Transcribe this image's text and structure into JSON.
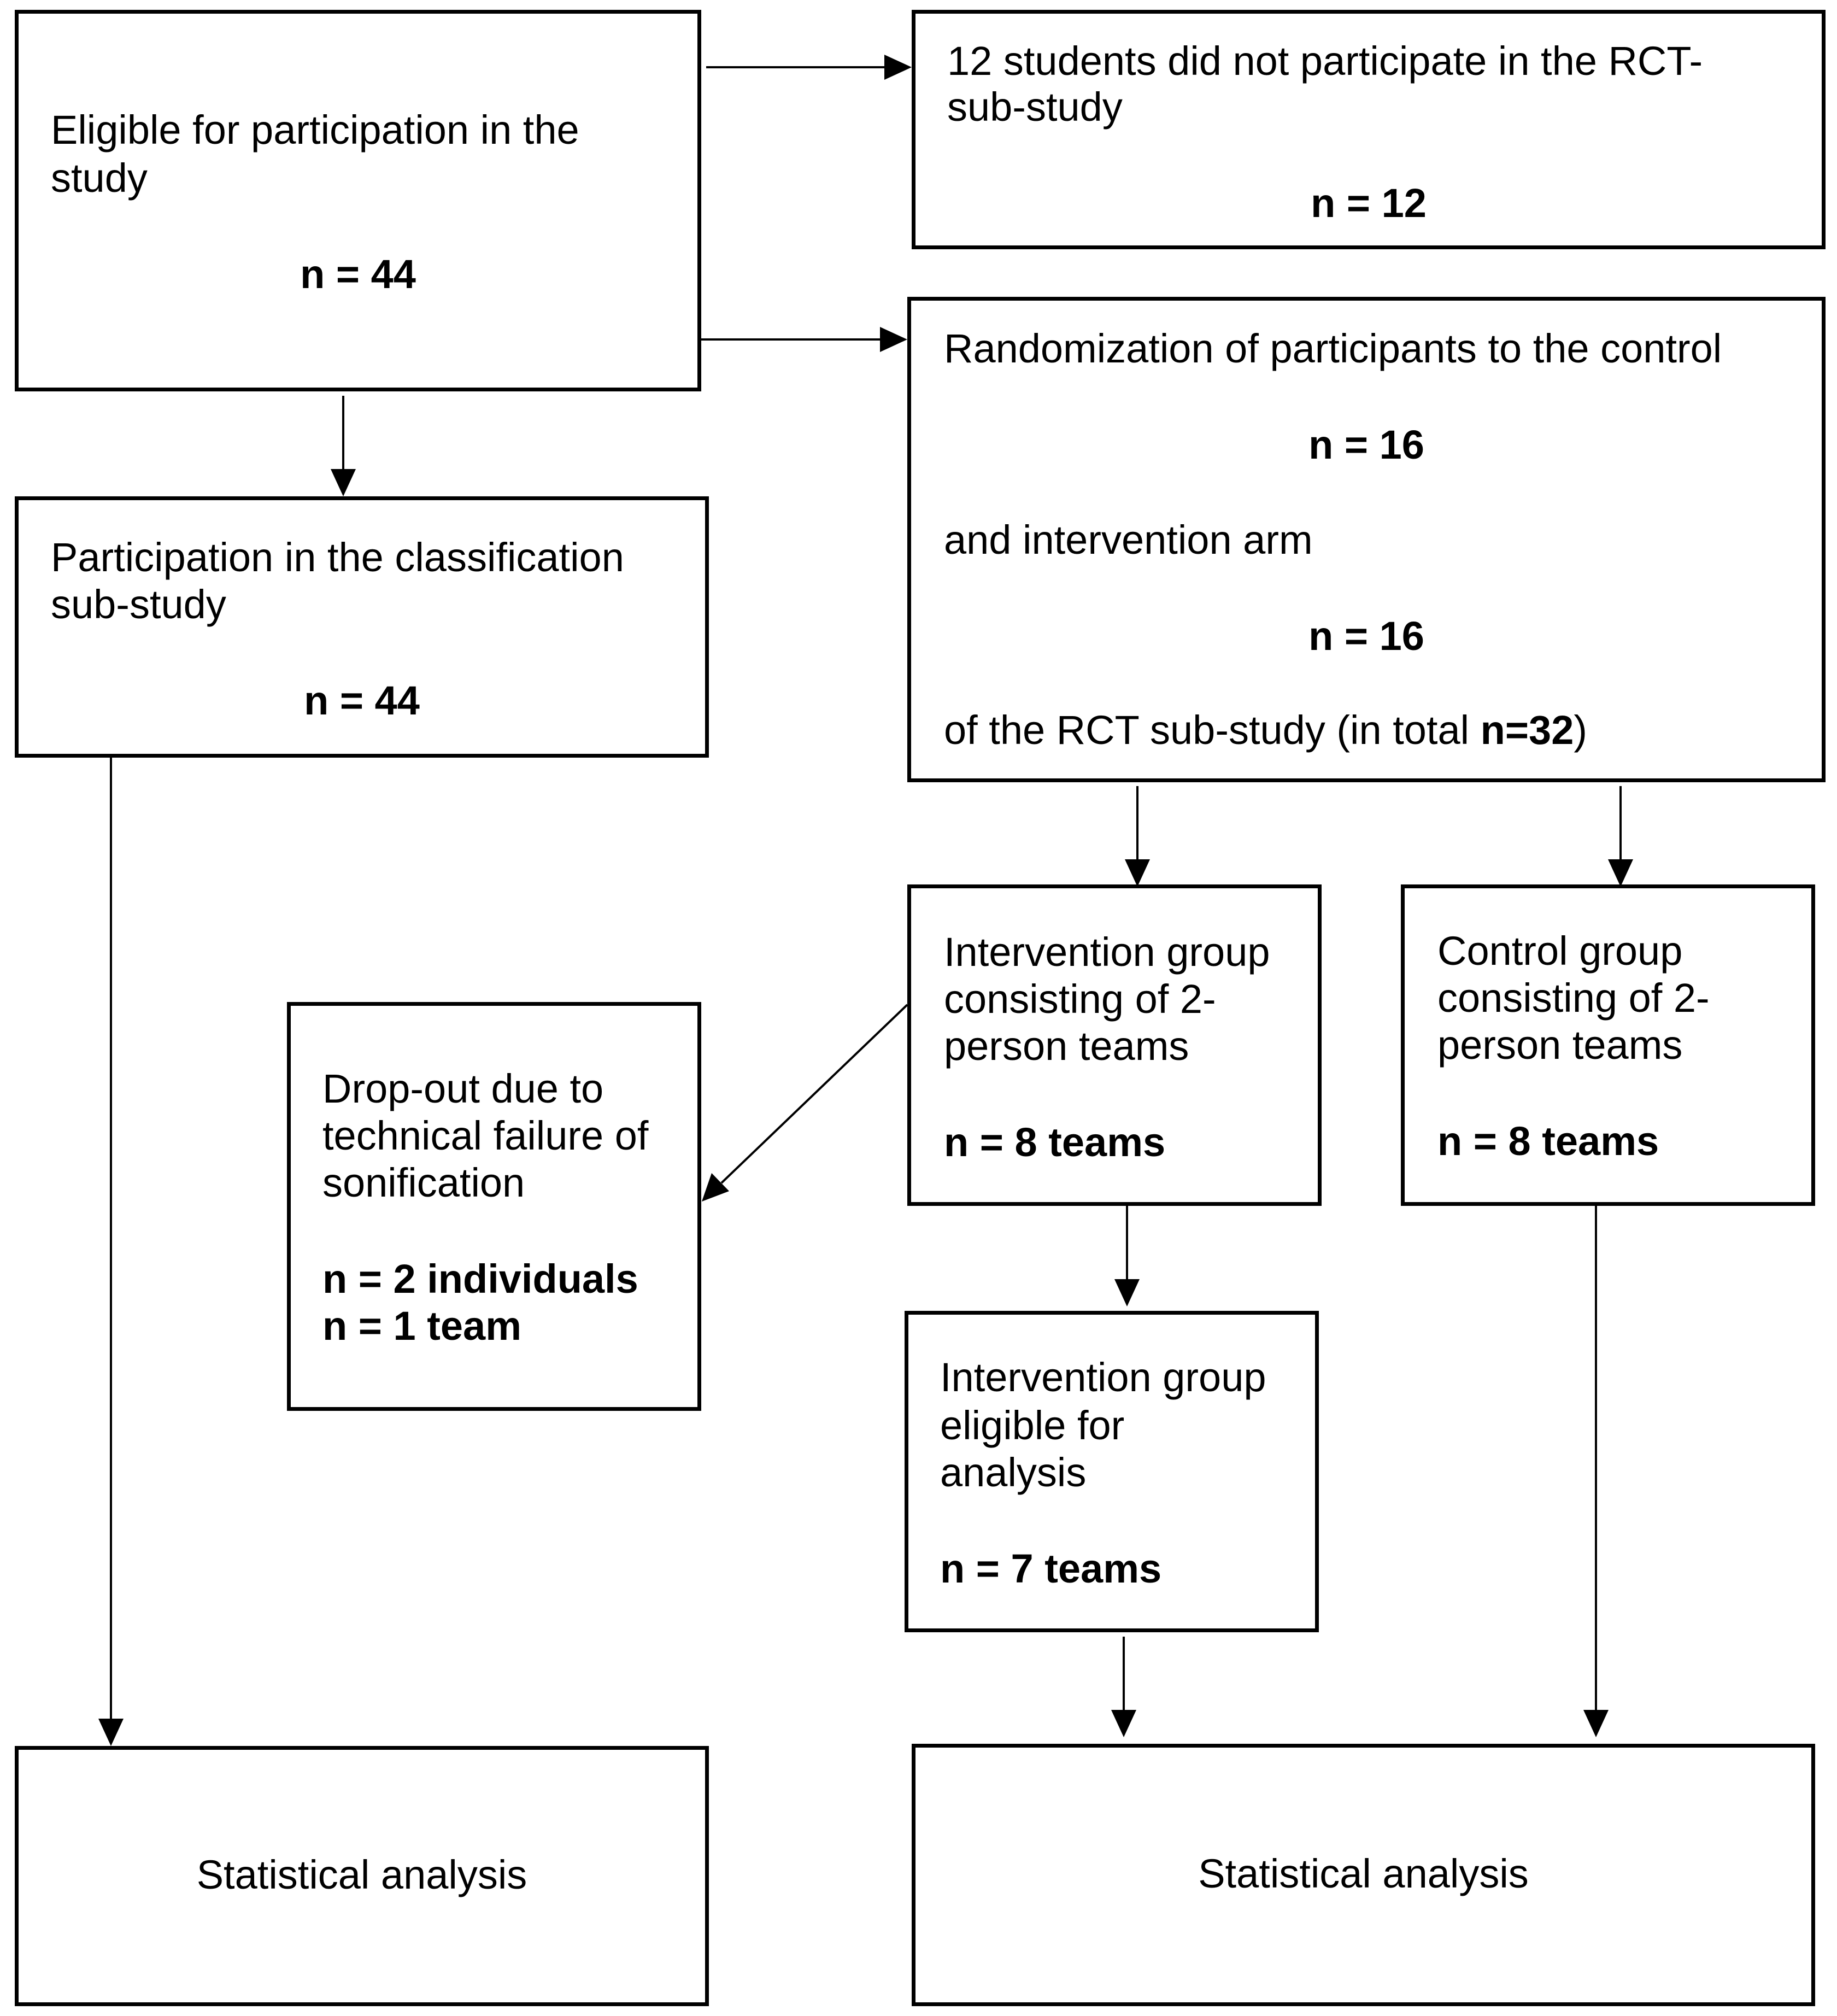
{
  "eligible": {
    "text": "Eligible for participation in the study",
    "line1": "Eligible for participation in the",
    "line2": "study",
    "n": "n = 44"
  },
  "not_participate": {
    "line1": "12 students did not participate in the RCT-",
    "line2": "sub-study",
    "n": "n = 12"
  },
  "classification": {
    "line1": "Participation in the classification",
    "line2": "sub-study",
    "n": "n = 44"
  },
  "randomization": {
    "line1": "Randomization of participants to the control",
    "n_control": "n = 16",
    "line2": "and intervention arm",
    "n_intervention": "n = 16",
    "line3_prefix": "of the RCT sub-study (in total ",
    "line3_bold": "n=32",
    "line3_suffix": ")"
  },
  "intervention_group": {
    "line1": "Intervention group",
    "line2": "consisting of 2-",
    "line3": "person teams",
    "n": "n = 8 teams"
  },
  "control_group": {
    "line1": "Control group",
    "line2": "consisting of 2-",
    "line3": "person teams",
    "n": "n = 8 teams"
  },
  "dropout": {
    "line1": "Drop-out due to",
    "line2": "technical failure of",
    "line3": "sonification",
    "n1": "n = 2 individuals",
    "n2": "n = 1 team"
  },
  "intervention_eligible": {
    "line1": "Intervention group",
    "line2": "eligible for",
    "line3": "analysis",
    "n": "n = 7 teams"
  },
  "analysis_left": {
    "label": "Statistical analysis"
  },
  "analysis_right": {
    "label": "Statistical analysis"
  }
}
